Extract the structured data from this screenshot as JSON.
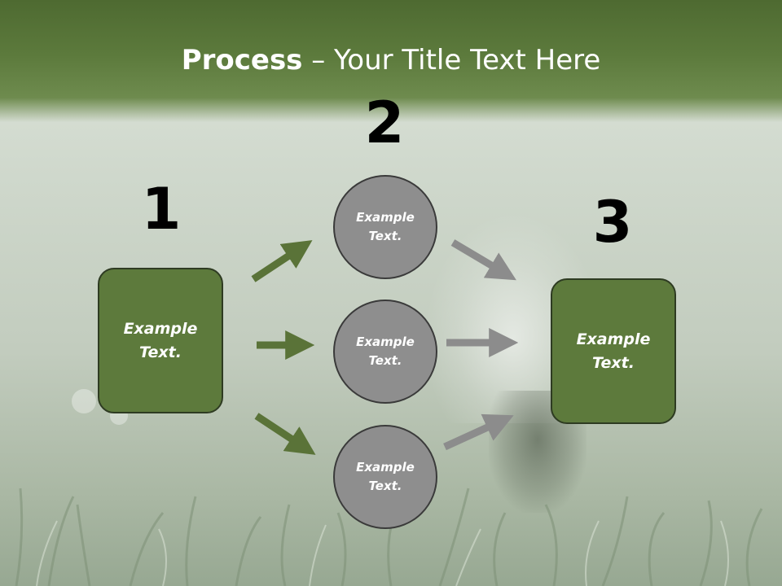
{
  "title": {
    "bold": "Process",
    "rest": " – Your Title Text Here"
  },
  "steps": {
    "one": {
      "number": "1",
      "text": "Example Text."
    },
    "two": {
      "number": "2",
      "circles": [
        "Example Text.",
        "Example Text.",
        "Example Text."
      ]
    },
    "three": {
      "number": "3",
      "text": "Example Text."
    }
  },
  "colors": {
    "box_fill": "#5d7a3c",
    "circle_fill": "#8e8e8e",
    "arrow_green": "#5a7338",
    "arrow_gray": "#8c8c8c"
  }
}
